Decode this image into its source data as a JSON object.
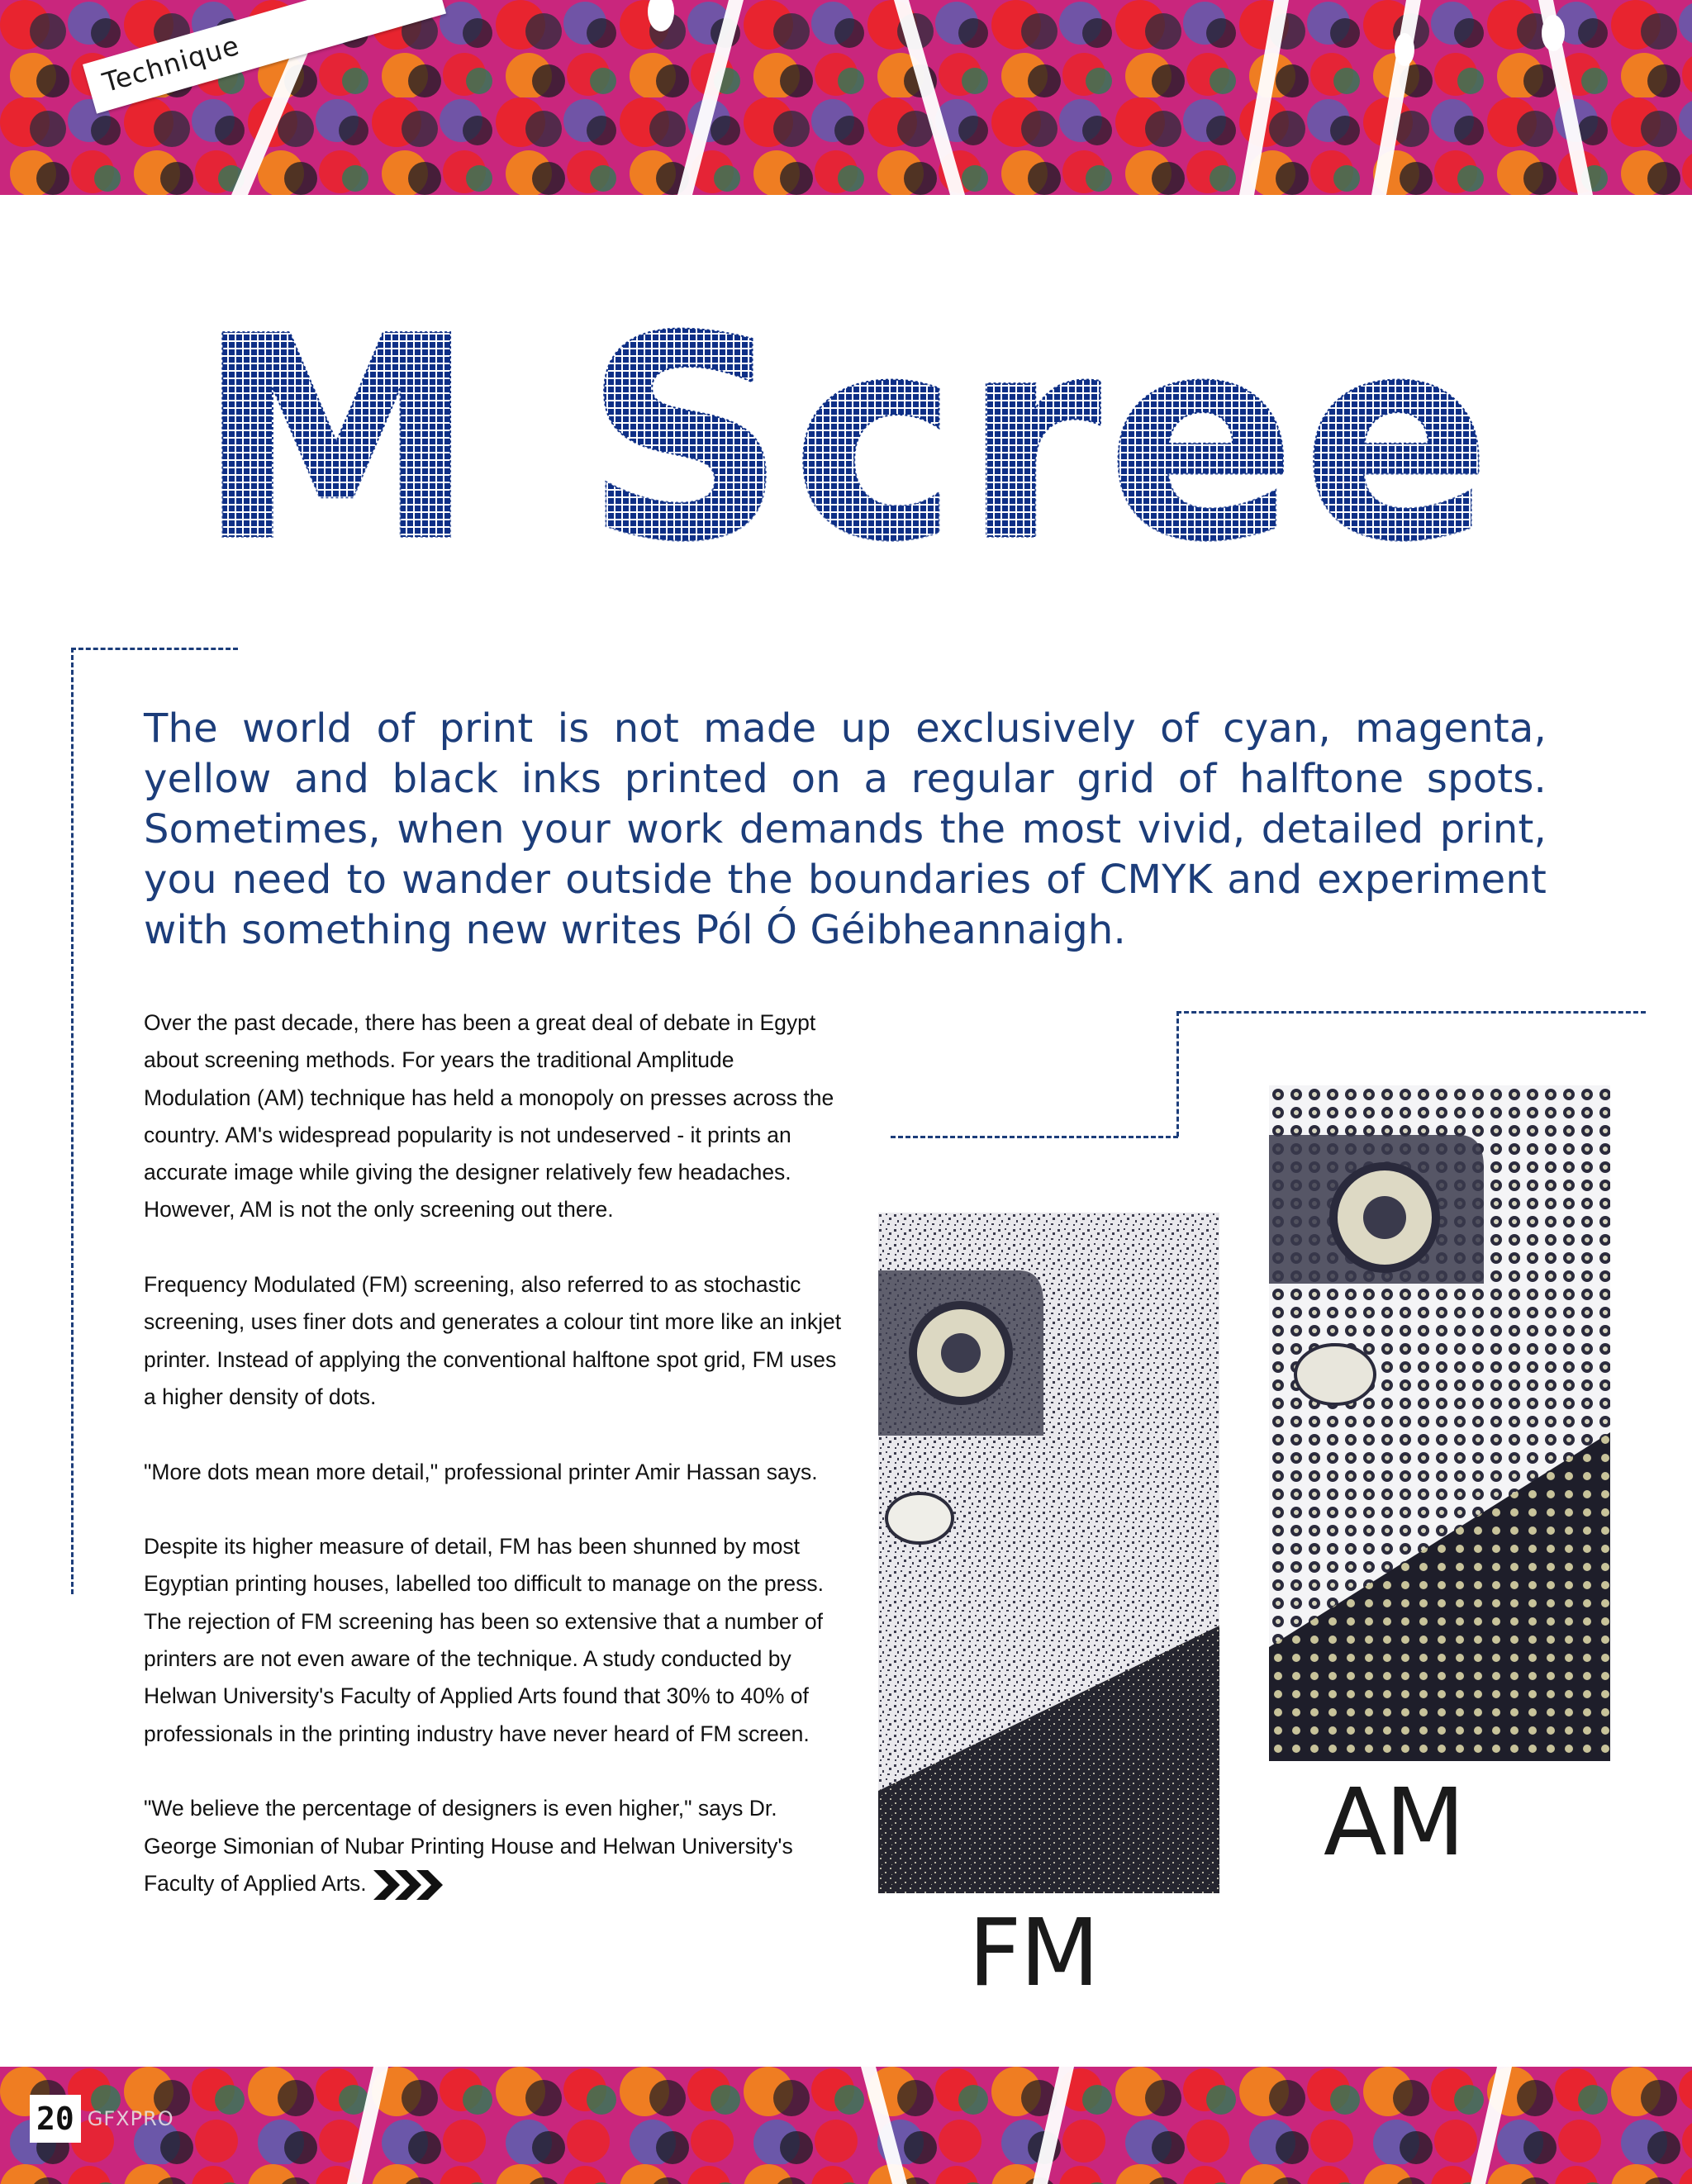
{
  "header": {
    "section_tag": "Technique"
  },
  "article": {
    "title": "FM Screen",
    "standfirst": "The world of print is not made up exclusively of cyan, magenta, yellow and black inks printed on a regular grid of halftone spots. Sometimes, when your work demands the most vivid, detailed print, you need to wander outside the boundaries of CMYK and experiment with something new writes Pól Ó Géibheannaigh.",
    "paragraphs": [
      "Over the past decade, there has been a great deal of debate in Egypt about screening methods. For years the traditional Amplitude Modulation (AM) technique has held a monopoly on presses across the country. AM's widespread popularity is not undeserved - it prints an accurate image while giving the designer relatively few headaches. However, AM is not the only screening out there.",
      "Frequency Modulated (FM) screening, also referred to as stochastic screening, uses finer dots and generates a colour tint more like an inkjet printer. Instead of applying the conventional halftone spot grid, FM uses a higher density of dots.",
      "\"More dots mean more detail,\" professional printer Amir Hassan says.",
      "Despite its higher measure of detail, FM has been shunned by most Egyptian printing houses, labelled too difficult to manage on the press. The rejection of FM screening has been so extensive that a number of printers are not even aware of the technique. A study conducted by Helwan University's Faculty of Applied Arts found that 30% to 40% of professionals in the printing industry have never heard of FM screen.",
      "\"We believe the percentage of designers is even higher,\" says Dr. George Simonian of Nubar Printing House and Helwan University's Faculty of Applied Arts."
    ]
  },
  "figures": {
    "am_caption": "AM",
    "fm_caption": "FM"
  },
  "footer": {
    "page_number": "20",
    "brand": "GFXPRO"
  },
  "colors": {
    "accent": "#1c3d7a",
    "title_blue": "#0e2f86",
    "pattern_red": "#e8242f",
    "pattern_magenta": "#d62d8f",
    "pattern_orange": "#ef7d22"
  },
  "icons": {
    "continue": "triple-chevron-right-icon"
  }
}
